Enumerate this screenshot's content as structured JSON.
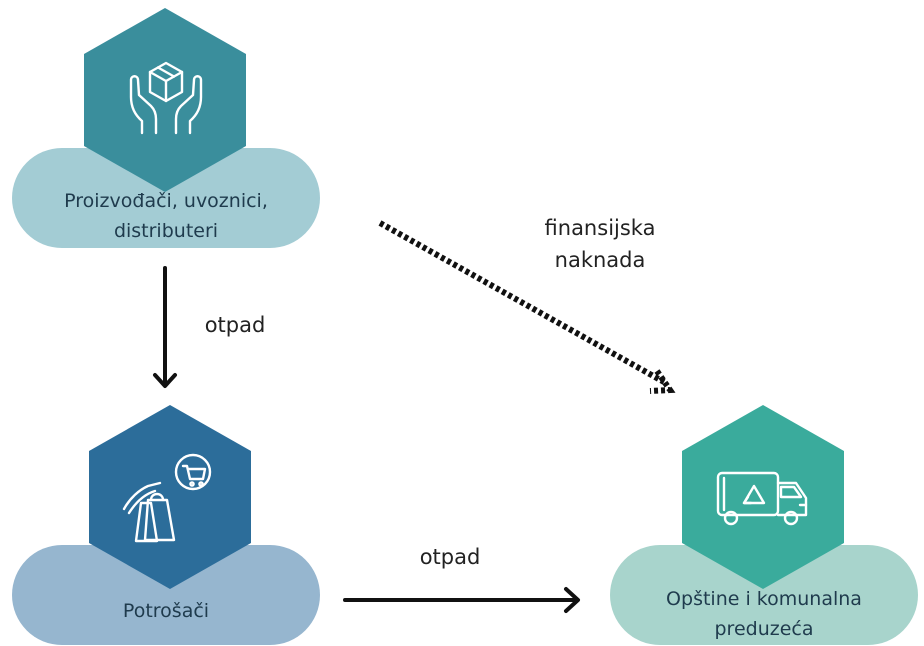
{
  "nodes": {
    "producers": {
      "label_line1": "Proizvođači, uvoznici,",
      "label_line2": "distributeri",
      "icon": "hands-holding-box-icon",
      "hex_color": "#3a8e9c",
      "pill_color": "#a3ccd4"
    },
    "consumers": {
      "label": "Potrošači",
      "icon": "hand-shopping-bags-icon",
      "hex_color": "#2c6d9a",
      "pill_color": "#96b6cf"
    },
    "municipalities": {
      "label_line1": "Opštine i komunalna",
      "label_line2": "preduzeća",
      "icon": "recycling-truck-icon",
      "hex_color": "#3aab9c",
      "pill_color": "#a8d4cc"
    }
  },
  "edges": {
    "producers_to_consumers": {
      "label": "otpad",
      "style": "solid"
    },
    "consumers_to_municipalities": {
      "label": "otpad",
      "style": "solid"
    },
    "producers_to_municipalities": {
      "label_line1": "finansijska",
      "label_line2": "naknada",
      "style": "dotted"
    }
  }
}
